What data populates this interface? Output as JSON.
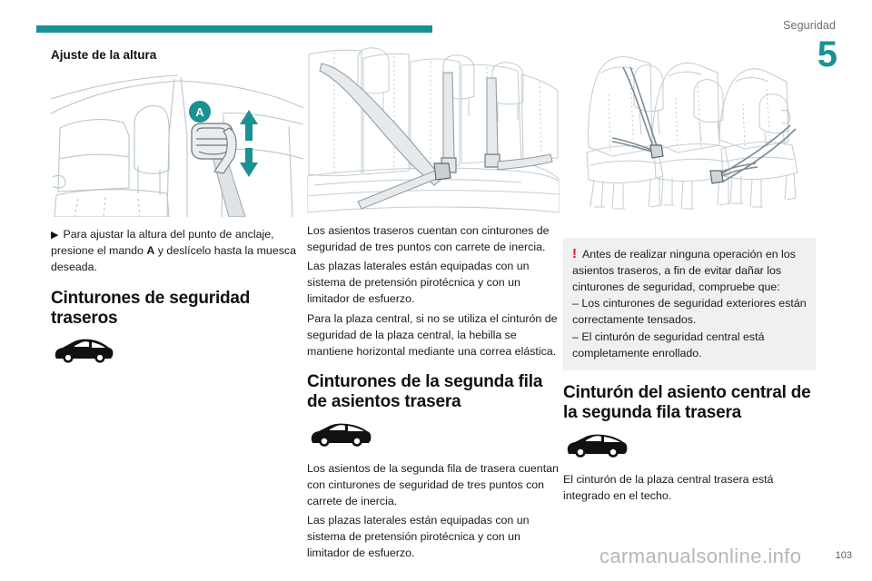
{
  "header": {
    "section_title": "Seguridad",
    "chapter_number": "5",
    "rule_color": "#1a9294",
    "accent_color": "#1a9294"
  },
  "column_1": {
    "heading": "Ajuste de la altura",
    "illustration_name": "seatbelt-height-adjuster-illustration",
    "illustration_label": "A",
    "instruction_bullet": "▶",
    "instruction_part1": "Para ajustar la altura del punto de anclaje, presione el mando ",
    "instruction_bold": "A",
    "instruction_part2": " y deslícelo hasta la muesca deseada.",
    "main_title": "Cinturones de seguridad traseros",
    "car_icon": "hatchback-silhouette-icon"
  },
  "column_2": {
    "illustration_name": "rear-bench-seatbelts-illustration",
    "paragraph_1": "Los asientos traseros cuentan con cinturones de seguridad de tres puntos con carrete de inercia.",
    "paragraph_2": "Las plazas laterales están equipadas con un sistema de pretensión pirotécnica y con un limitador de esfuerzo.",
    "paragraph_3": "Para la plaza central, si no se utiliza el cinturón de seguridad de la plaza central, la hebilla se mantiene horizontal mediante una correa elástica.",
    "main_title": "Cinturones de la segunda fila de asientos trasera",
    "car_icon": "suv-silhouette-icon",
    "paragraph_4": "Los asientos de la segunda fila de trasera cuentan con cinturones de seguridad de tres puntos con carrete de inercia.",
    "paragraph_5": "Las plazas laterales están equipadas con un sistema de pretensión pirotécnica y con un limitador de esfuerzo."
  },
  "column_3": {
    "illustration_name": "three-individual-rear-seats-illustration",
    "warning": {
      "mark": "!",
      "mark_color": "#e8112d",
      "background": "#f0f0f0",
      "text_1": "Antes de realizar ninguna operación en los asientos traseros, a fin de evitar dañar los cinturones de seguridad, compruebe que:",
      "item_1": "–  Los cinturones de seguridad exteriores están correctamente tensados.",
      "item_2": "–  El cinturón de seguridad central está completamente enrollado."
    },
    "main_title": "Cinturón del asiento central de la segunda fila trasera",
    "car_icon": "suv-silhouette-icon",
    "paragraph_1": "El cinturón de la plaza central trasera está integrado en el techo."
  },
  "footer": {
    "watermark": "carmanualsonline.info",
    "page_number": "103"
  }
}
